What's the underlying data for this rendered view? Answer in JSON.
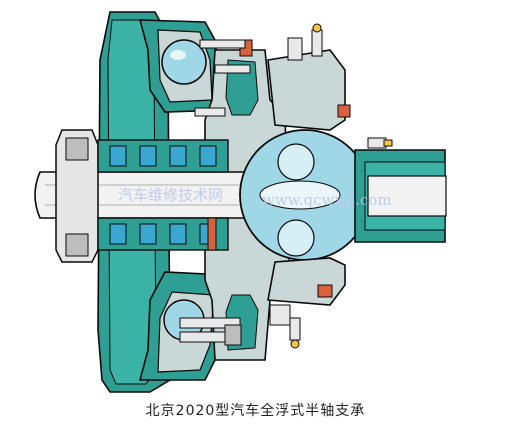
{
  "caption": "北京2020型汽车全浮式半轴支承",
  "watermark": {
    "cn": "汽车维修技术网",
    "url": "www.qcwxjs.com"
  },
  "colors": {
    "hub": "#2f9e93",
    "hub_dark": "#1e6e68",
    "bearing": "#3aa7d0",
    "axle": "#f2f2f2",
    "outline": "#0a0a0a",
    "housing": "#c9d8d6",
    "ball": "#9fd7e6",
    "accent": "#d9613e",
    "bolt": "#e9e9e9"
  }
}
